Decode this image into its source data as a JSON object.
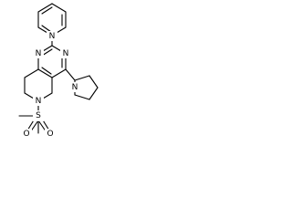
{
  "molecule": {
    "atoms": {
      "pyridine_n": "N",
      "pyrimidine_n_left": "N",
      "pyrimidine_n_right": "N",
      "pyrrolidine_n": "N",
      "piperidine_n": "N",
      "sulfonyl_s": "S",
      "sulfonyl_o_left": "O",
      "sulfonyl_o_right": "O"
    }
  }
}
